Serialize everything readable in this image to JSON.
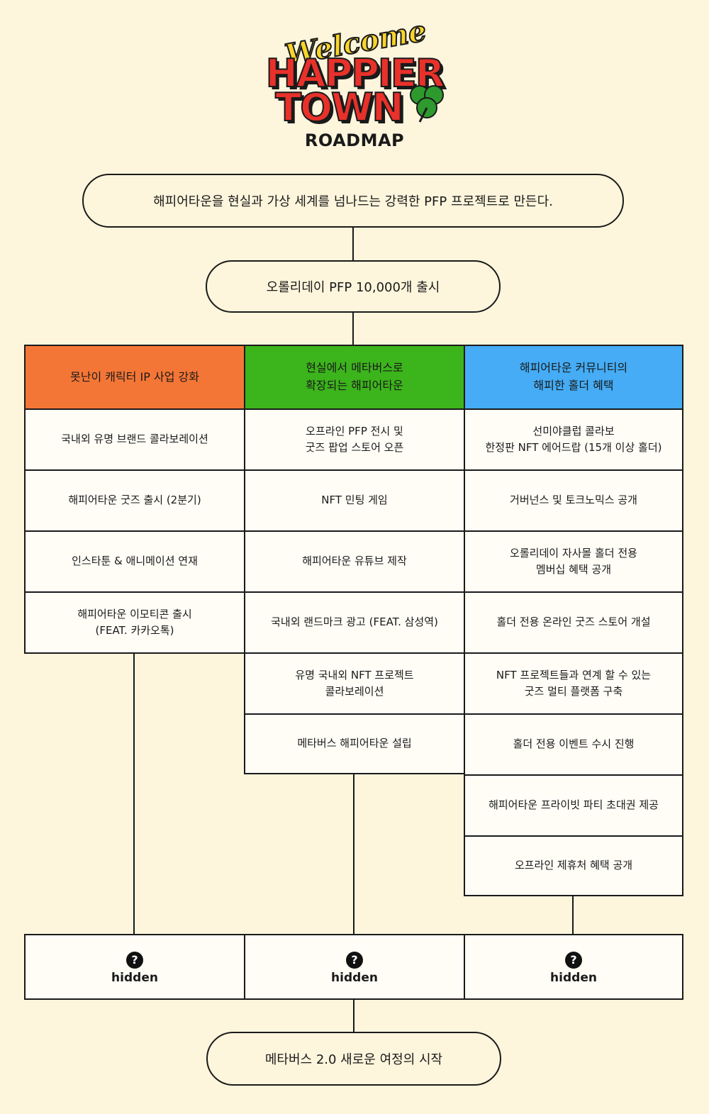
{
  "logo": {
    "welcome": "Welcome",
    "line1": "HAPPIER",
    "line2": "TOWN",
    "subtitle": "ROADMAP",
    "colors": {
      "red": "#e8312a",
      "yellow": "#f8d52b",
      "green": "#2e9a2e",
      "outline": "#1a1a1a"
    },
    "icon": "clover-icon"
  },
  "top_goal": "해피어타운을 현실과 가상 세계를 넘나드는 강력한 PFP 프로젝트로 만든다.",
  "launch": "오롤리데이 PFP 10,000개 출시",
  "columns": [
    {
      "header": "못난이 캐릭터 IP 사업 강화",
      "color": "#f47636",
      "items": [
        "국내외 유명 브랜드 콜라보레이션",
        "해피어타운 굿즈 출시 (2분기)",
        "인스타툰 & 애니메이션 연재",
        "해피어타운 이모티콘 출시\n(FEAT. 카카오톡)"
      ],
      "hidden": "hidden"
    },
    {
      "header": "현실에서 메타버스로\n확장되는 해피어타운",
      "color": "#3cb41c",
      "items": [
        "오프라인 PFP 전시 및\n굿즈 팝업 스토어 오픈",
        "NFT 민팅 게임",
        "해피어타운 유튜브 제작",
        "국내외 랜드마크 광고 (FEAT. 삼성역)",
        "유명 국내외 NFT 프로젝트\n콜라보레이션",
        "메타버스 해피어타운 설립"
      ],
      "hidden": "hidden"
    },
    {
      "header": "해피어타운 커뮤니티의\n해피한 홀더 혜택",
      "color": "#45acf5",
      "items": [
        "선미야클럽 콜라보\n한정판 NFT 에어드랍 (15개 이상 홀더)",
        "거버넌스 및 토크노믹스 공개",
        "오롤리데이 자사몰 홀더 전용\n멤버십 혜택 공개",
        "홀더 전용 온라인 굿즈 스토어 개설",
        "NFT 프로젝트들과 연계 할 수 있는\n굿즈 멀티 플랫폼 구축",
        "홀더 전용 이벤트 수시 진행",
        "해피어타운 프라이빗 파티 초대권 제공",
        "오프라인 제휴처 혜택 공개"
      ],
      "hidden": "hidden"
    }
  ],
  "hidden_icon": "question-mark-icon",
  "hidden_icon_glyph": "?",
  "final": "메타버스 2.0 새로운 여정의 시작"
}
